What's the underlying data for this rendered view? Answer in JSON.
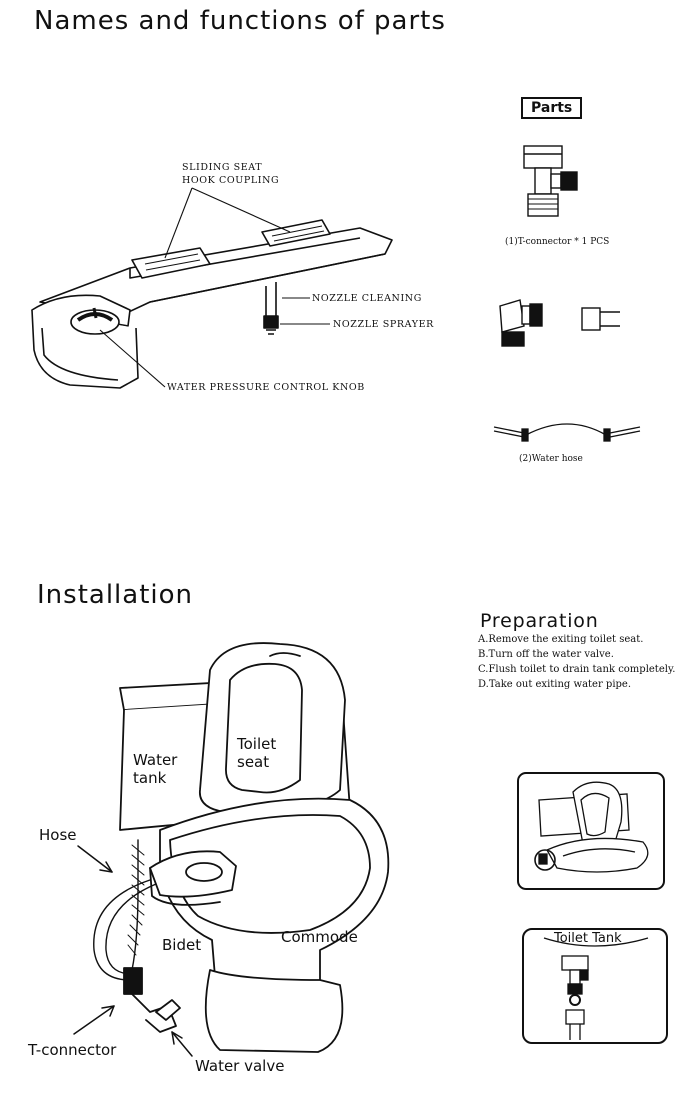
{
  "sections": {
    "parts_heading": "Names and functions of parts",
    "installation_heading": "Installation"
  },
  "bidet_labels": {
    "sliding_seat_line1": "SLIDING SEAT",
    "sliding_seat_line2": "HOOK COUPLING",
    "nozzle_cleaning": "NOZZLE  CLEANING",
    "nozzle_sprayer": "NOZZLE SPRAYER",
    "pressure_knob": "WATER PRESSURE CONTROL KNOB"
  },
  "parts": {
    "title": "Parts",
    "t_connector_caption": "(1)T-connector * 1 PCS",
    "water_hose_caption": "(2)Water hose"
  },
  "preparation": {
    "title": "Preparation",
    "steps": [
      "A.Remove the exiting toilet seat.",
      "B.Turn off the water valve.",
      "C.Flush toilet to drain tank completely.",
      "D.Take out exiting water pipe."
    ]
  },
  "installation_labels": {
    "water_tank_line1": "Water",
    "water_tank_line2": "tank",
    "toilet_seat_line1": "Toilet",
    "toilet_seat_line2": "seat",
    "hose": "Hose",
    "bidet": "Bidet",
    "commode": "Commode",
    "t_connector": "T-connector",
    "water_valve": "Water valve"
  },
  "detail_box": {
    "toilet_tank": "Toilet Tank"
  }
}
